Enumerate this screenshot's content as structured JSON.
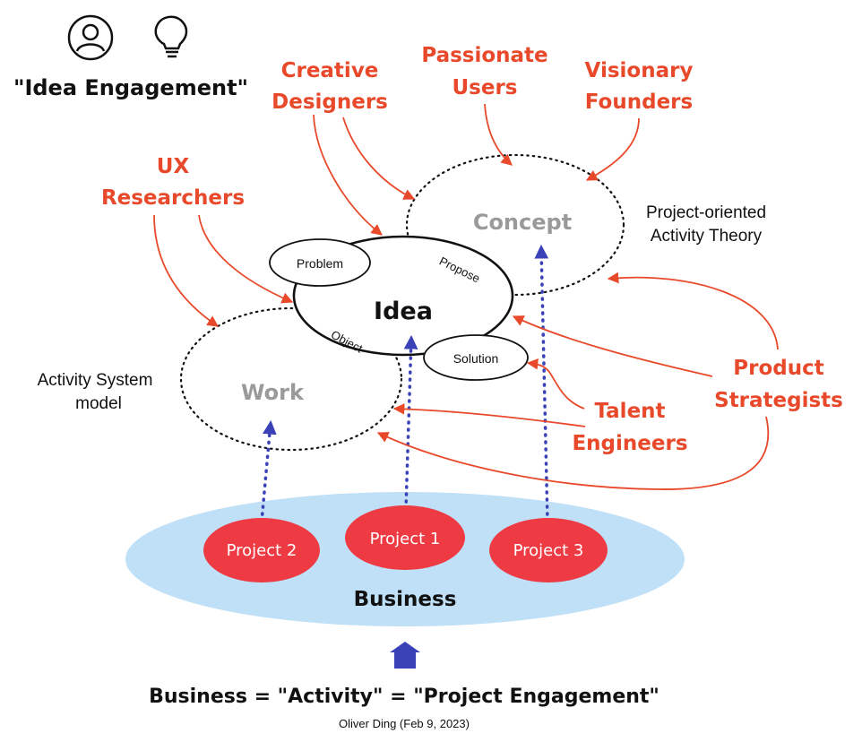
{
  "header": {
    "title": "\"Idea Engagement\"",
    "icons": [
      "person-icon",
      "lightbulb-icon"
    ]
  },
  "roles": {
    "creative_designers": [
      "Creative",
      "Designers"
    ],
    "passionate_users": [
      "Passionate",
      "Users"
    ],
    "visionary_founders": [
      "Visionary",
      "Founders"
    ],
    "ux_researchers": [
      "UX",
      "Researchers"
    ],
    "product_strategists": [
      "Product",
      "Strategists"
    ],
    "talent_engineers": [
      "Talent",
      "Engineers"
    ]
  },
  "circles": {
    "concept": "Concept",
    "work": "Work",
    "idea": "Idea",
    "problem": "Problem",
    "solution": "Solution",
    "propose": "Propose",
    "object": "Object"
  },
  "theories": {
    "project_oriented": [
      "Project-oriented",
      "Activity Theory"
    ],
    "activity_system": [
      "Activity System",
      "model"
    ]
  },
  "business": {
    "label": "Business",
    "projects": [
      "Project 1",
      "Project 2",
      "Project 3"
    ]
  },
  "footer": {
    "equation": "Business = \"Activity\" = \"Project Engagement\"",
    "credit": "Oliver Ding (Feb 9, 2023)"
  },
  "colors": {
    "accent_orange": "#e8492a",
    "business_blue": "#bfe0f7",
    "project_red": "#ee3a43",
    "arrow_blue": "#3b42b8"
  }
}
